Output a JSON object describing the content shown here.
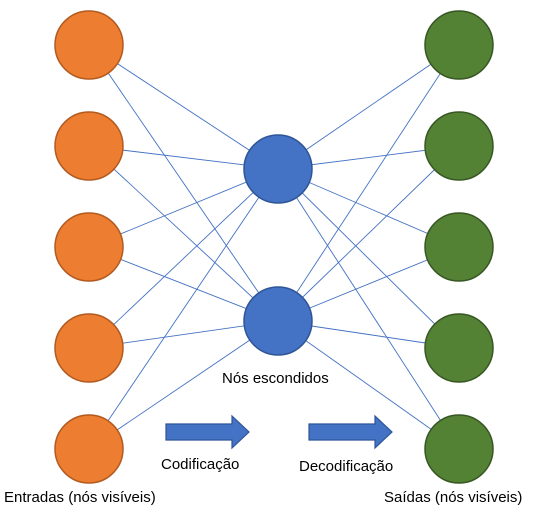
{
  "labels": {
    "hidden": "Nós escondidos",
    "encoding": "Codificação",
    "decoding": "Decodificação",
    "inputs": "Entradas (nós visíveis)",
    "outputs": "Saídas (nós visíveis)"
  },
  "network": {
    "input_count": 5,
    "hidden_count": 2,
    "output_count": 5,
    "connections": "fully-connected"
  },
  "colors": {
    "input_fill": "#ED7D31",
    "input_stroke": "#B25A1F",
    "hidden_fill": "#4472C4",
    "hidden_stroke": "#2F5597",
    "output_fill": "#548235",
    "output_stroke": "#385723",
    "edge": "#4472C4",
    "arrow_fill": "#4472C4",
    "arrow_stroke": "#2F5597"
  }
}
